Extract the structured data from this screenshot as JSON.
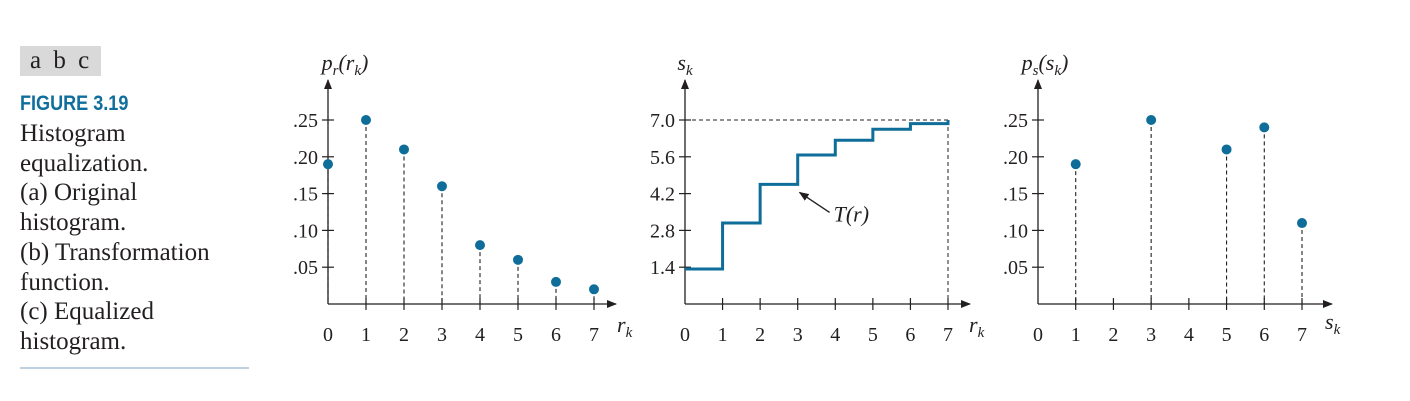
{
  "figure": {
    "panel_letters": "a b c",
    "label": "FIGURE 3.19",
    "caption_lines": [
      "Histogram",
      "equalization.",
      "(a) Original",
      "histogram.",
      "(b) Transformation",
      "function.",
      "(c) Equalized",
      "histogram."
    ]
  },
  "colors": {
    "marker": "#0e6d99",
    "axis": "#231f20",
    "caption_label": "#0f6e9c",
    "panel_letter_bg": "#d9d9d9",
    "caption_rule": "#bfd0e0"
  },
  "chart_data": [
    {
      "id": "a",
      "type": "scatter",
      "style": "stem",
      "ylabel": "p_r(r_k)",
      "xlabel": "r_k",
      "x": [
        0,
        1,
        2,
        3,
        4,
        5,
        6,
        7
      ],
      "y": [
        0.19,
        0.25,
        0.21,
        0.16,
        0.08,
        0.06,
        0.03,
        0.02
      ],
      "xticks": [
        "0",
        "1",
        "2",
        "3",
        "4",
        "5",
        "6",
        "7"
      ],
      "yticks": [
        ".05",
        ".10",
        ".15",
        ".20",
        ".25"
      ],
      "ytick_values": [
        0.05,
        0.1,
        0.15,
        0.2,
        0.25
      ],
      "xlim": [
        0,
        7
      ],
      "ylim": [
        0,
        0.25
      ]
    },
    {
      "id": "b",
      "type": "line",
      "style": "step",
      "ylabel": "s_k",
      "xlabel": "r_k",
      "x": [
        0,
        1,
        2,
        3,
        4,
        5,
        6,
        7
      ],
      "y": [
        1.33,
        3.08,
        4.55,
        5.67,
        6.23,
        6.65,
        6.86,
        7.0
      ],
      "xticks": [
        "0",
        "1",
        "2",
        "3",
        "4",
        "5",
        "6",
        "7"
      ],
      "yticks": [
        "1.4",
        "2.8",
        "4.2",
        "5.6",
        "7.0"
      ],
      "ytick_values": [
        1.4,
        2.8,
        4.2,
        5.6,
        7.0
      ],
      "annotation": "T(r)",
      "xlim": [
        0,
        7
      ],
      "ylim": [
        0,
        7.0
      ]
    },
    {
      "id": "c",
      "type": "scatter",
      "style": "stem",
      "ylabel": "p_s(s_k)",
      "xlabel": "s_k",
      "x": [
        1,
        3,
        5,
        6,
        7
      ],
      "y": [
        0.19,
        0.25,
        0.21,
        0.24,
        0.11
      ],
      "xticks": [
        "0",
        "1",
        "2",
        "3",
        "4",
        "5",
        "6",
        "7"
      ],
      "yticks": [
        ".05",
        ".10",
        ".15",
        ".20",
        ".25"
      ],
      "ytick_values": [
        0.05,
        0.1,
        0.15,
        0.2,
        0.25
      ],
      "xlim": [
        0,
        7
      ],
      "ylim": [
        0,
        0.25
      ]
    }
  ]
}
